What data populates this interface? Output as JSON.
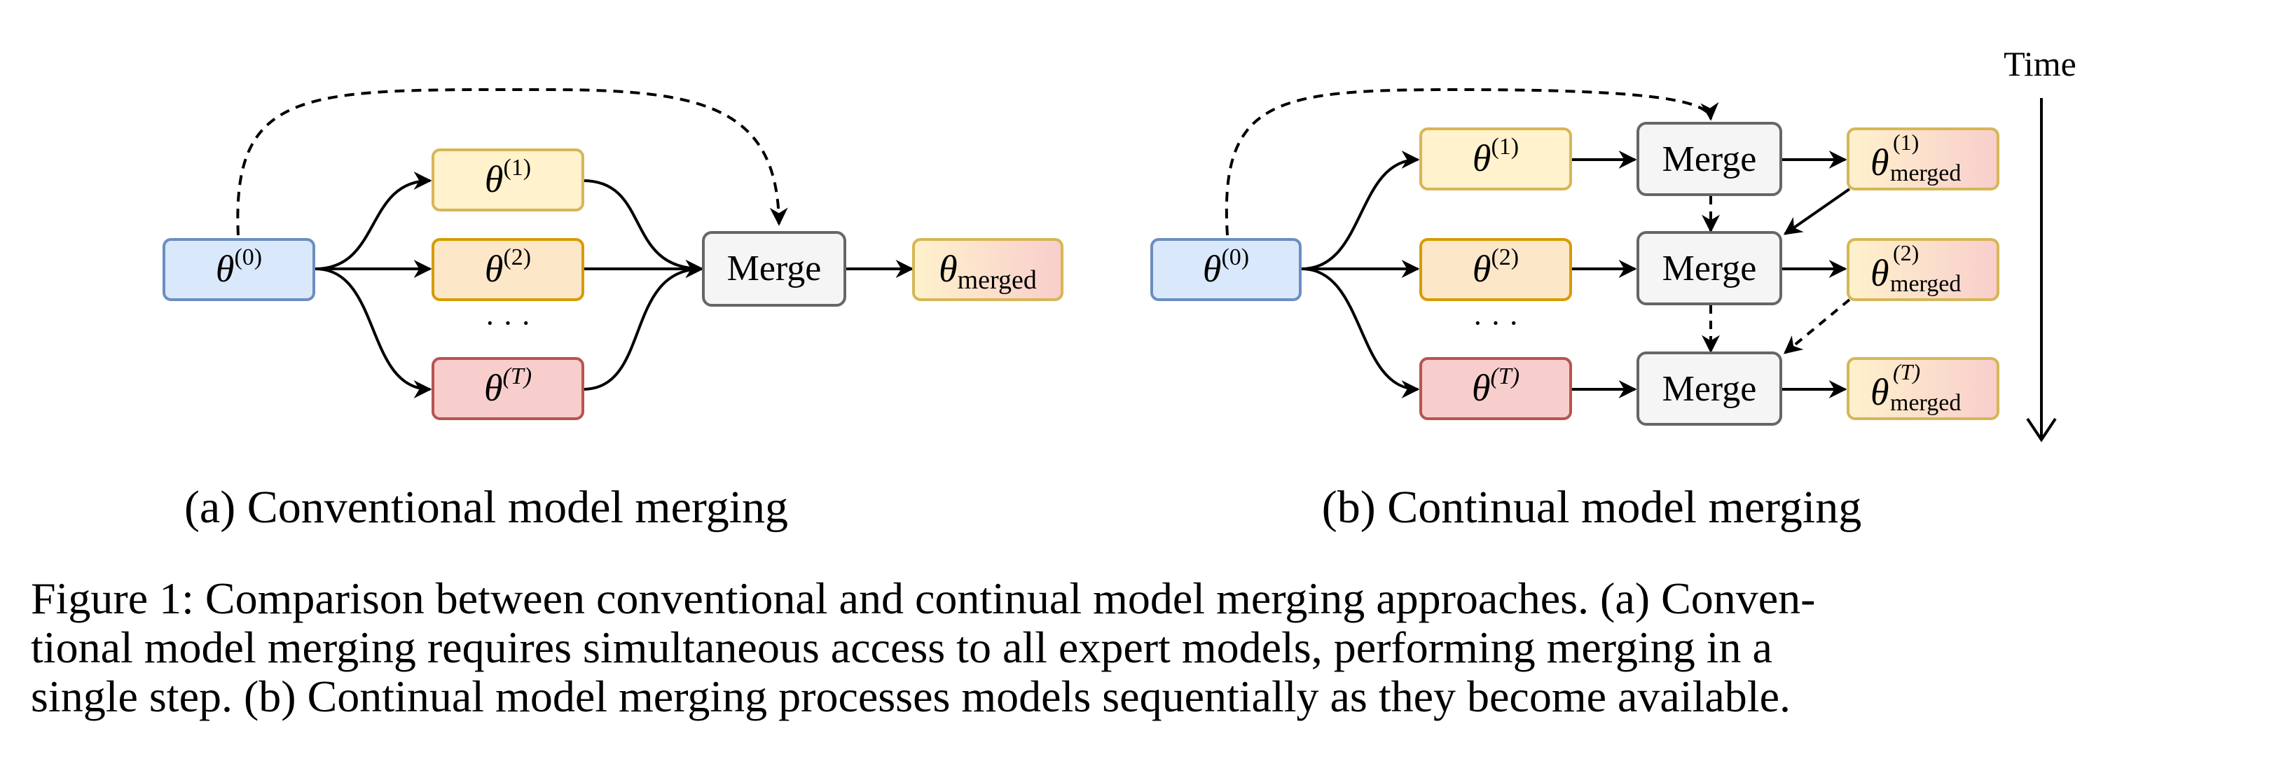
{
  "panel_a": {
    "subcaption": "(a) Conventional model merging",
    "theta0": {
      "sym": "θ",
      "sup": "(0)"
    },
    "theta1": {
      "sym": "θ",
      "sup": "(1)"
    },
    "theta2": {
      "sym": "θ",
      "sup": "(2)"
    },
    "ellipsis": "· · ·",
    "thetaT": {
      "sym": "θ",
      "sup": "(T)"
    },
    "merge": "Merge",
    "merged": {
      "sym": "θ",
      "sub": "merged"
    }
  },
  "panel_b": {
    "subcaption": "(b) Continual model merging",
    "time_label": "Time",
    "theta0": {
      "sym": "θ",
      "sup": "(0)"
    },
    "theta1": {
      "sym": "θ",
      "sup": "(1)"
    },
    "theta2": {
      "sym": "θ",
      "sup": "(2)"
    },
    "ellipsis": "· · ·",
    "thetaT": {
      "sym": "θ",
      "sup": "(T)"
    },
    "merge1": "Merge",
    "merge2": "Merge",
    "merge3": "Merge",
    "merged1": {
      "sym": "θ",
      "sup": "(1)",
      "sub": "merged"
    },
    "merged2": {
      "sym": "θ",
      "sup": "(2)",
      "sub": "merged"
    },
    "mergedT": {
      "sym": "θ",
      "sup": "(T)",
      "sub": "merged"
    }
  },
  "caption": {
    "line1": "Figure 1: Comparison between conventional and continual model merging approaches. (a) Conven-",
    "line2": "tional model merging requires simultaneous access to all expert models, performing merging in a",
    "line3": "single step. (b) Continual model merging processes models sequentially as they become available."
  },
  "colors": {
    "blue_fill": "#dae8fc",
    "blue_stroke": "#6c8ebf",
    "yellow_fill": "#fff2cc",
    "yellow_stroke": "#d6b656",
    "orange_fill": "#fde7c9",
    "orange_stroke": "#d79b00",
    "red_fill": "#f8cecc",
    "red_stroke": "#b85450",
    "gray_fill": "#f5f5f5",
    "gray_stroke": "#666666"
  }
}
